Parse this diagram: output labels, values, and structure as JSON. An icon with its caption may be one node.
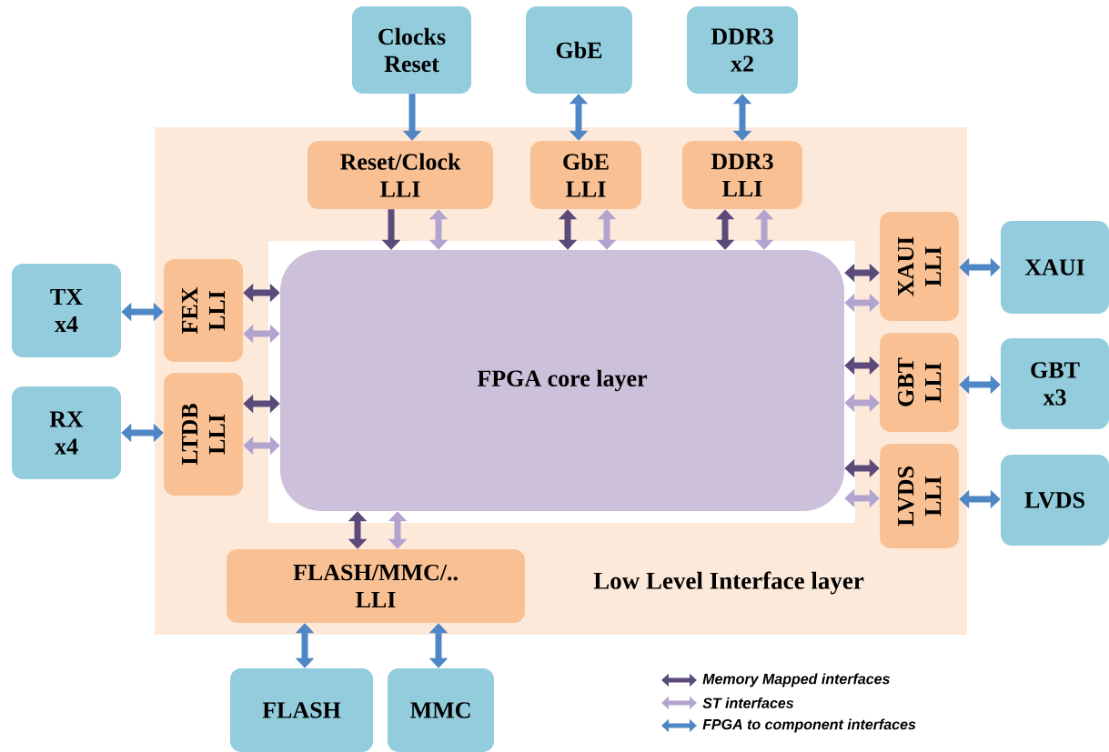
{
  "diagram": {
    "nodes": [
      {
        "text": [
          "Low Level Interface layer"
        ]
      },
      {
        "text": [
          "FPGA core layer"
        ],
        "in": 0
      },
      {
        "text": [
          "Clocks Reset"
        ]
      },
      {
        "text": [
          "GbE"
        ]
      },
      {
        "text": [
          "DDR3 x2"
        ]
      },
      {
        "text": [
          "TX x4"
        ]
      },
      {
        "text": [
          "RX x4"
        ]
      },
      {
        "text": [
          "XAUI"
        ]
      },
      {
        "text": [
          "GBT x3"
        ]
      },
      {
        "text": [
          "LVDS"
        ]
      },
      {
        "text": [
          "FLASH"
        ]
      },
      {
        "text": [
          "MMC"
        ]
      },
      {
        "text": [
          "Reset/Clock LLI"
        ],
        "in": 0
      },
      {
        "text": [
          "GbE LLI"
        ],
        "in": 0
      },
      {
        "text": [
          "DDR3 LLI"
        ],
        "in": 0
      },
      {
        "text": [
          "FEX LLI"
        ],
        "in": 0
      },
      {
        "text": [
          "LTDB LLI"
        ],
        "in": 0
      },
      {
        "text": [
          "XAUI LLI"
        ],
        "in": 0
      },
      {
        "text": [
          "GBT LLI"
        ],
        "in": 0
      },
      {
        "text": [
          "LVDS LLI"
        ],
        "in": 0
      },
      {
        "text": [
          "FLASH/MMC/.. LLI"
        ],
        "in": 0
      }
    ],
    "edges": [
      {
        "from": 2,
        "to": 12,
        "arrow": "to",
        "color": "#4f86c6"
      },
      {
        "from": 3,
        "to": 13,
        "arrow": "both",
        "color": "#4f86c6"
      },
      {
        "from": 4,
        "to": 14,
        "arrow": "both",
        "color": "#4f86c6"
      },
      {
        "from": 5,
        "to": 15,
        "arrow": "both",
        "color": "#4f86c6"
      },
      {
        "from": 6,
        "to": 16,
        "arrow": "both",
        "color": "#4f86c6"
      },
      {
        "from": 17,
        "to": 7,
        "arrow": "both",
        "color": "#4f86c6"
      },
      {
        "from": 18,
        "to": 8,
        "arrow": "both",
        "color": "#4f86c6"
      },
      {
        "from": 19,
        "to": 9,
        "arrow": "both",
        "color": "#4f86c6"
      },
      {
        "from": 20,
        "to": 10,
        "arrow": "both",
        "color": "#4f86c6"
      },
      {
        "from": 20,
        "to": 11,
        "arrow": "both",
        "color": "#4f86c6"
      },
      {
        "from": 12,
        "to": 1,
        "arrow": "to",
        "color": "#5b4a7a"
      },
      {
        "from": 12,
        "to": 1,
        "arrow": "both",
        "color": "#b3a4cf"
      },
      {
        "from": 13,
        "to": 1,
        "arrow": "both",
        "color": "#5b4a7a"
      },
      {
        "from": 13,
        "to": 1,
        "arrow": "both",
        "color": "#b3a4cf"
      },
      {
        "from": 14,
        "to": 1,
        "arrow": "both",
        "color": "#5b4a7a"
      },
      {
        "from": 14,
        "to": 1,
        "arrow": "both",
        "color": "#b3a4cf"
      },
      {
        "from": 15,
        "to": 1,
        "arrow": "both",
        "color": "#5b4a7a"
      },
      {
        "from": 15,
        "to": 1,
        "arrow": "both",
        "color": "#b3a4cf"
      },
      {
        "from": 16,
        "to": 1,
        "arrow": "both",
        "color": "#5b4a7a"
      },
      {
        "from": 16,
        "to": 1,
        "arrow": "both",
        "color": "#b3a4cf"
      },
      {
        "from": 17,
        "to": 1,
        "arrow": "both",
        "color": "#5b4a7a"
      },
      {
        "from": 17,
        "to": 1,
        "arrow": "both",
        "color": "#b3a4cf"
      },
      {
        "from": 18,
        "to": 1,
        "arrow": "both",
        "color": "#5b4a7a"
      },
      {
        "from": 18,
        "to": 1,
        "arrow": "both",
        "color": "#b3a4cf"
      },
      {
        "from": 19,
        "to": 1,
        "arrow": "both",
        "color": "#5b4a7a"
      },
      {
        "from": 19,
        "to": 1,
        "arrow": "both",
        "color": "#b3a4cf"
      },
      {
        "from": 20,
        "to": 1,
        "arrow": "both",
        "color": "#5b4a7a"
      },
      {
        "from": 20,
        "to": 1,
        "arrow": "both",
        "color": "#b3a4cf"
      }
    ],
    "legend": [
      {
        "text": "Memory Mapped interfaces"
      },
      {
        "text": "ST interfaces"
      },
      {
        "text": "FPGA to component interfaces"
      }
    ]
  }
}
